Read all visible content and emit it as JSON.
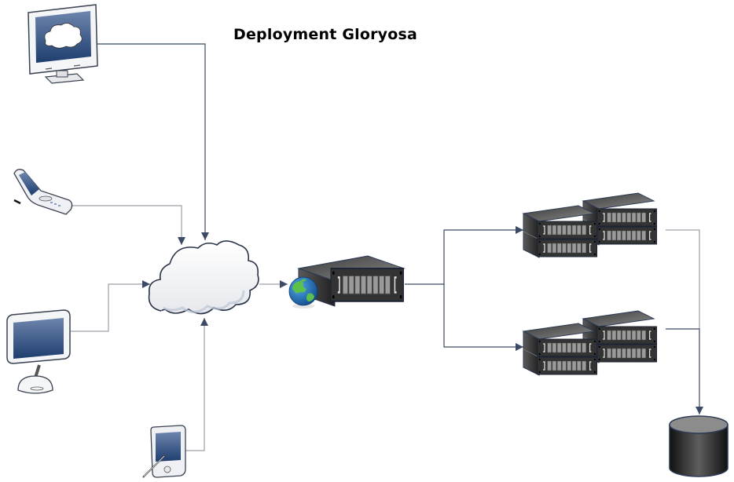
{
  "diagram": {
    "title": "Deployment Gloryosa",
    "colors": {
      "connector": "#3c4a66",
      "connector_light": "#9aa0a8",
      "screen": "#2f4f7f",
      "device_body": "#f2f3f5",
      "server_body": "#3a3a3a",
      "database": "#2a2a2a",
      "globe_ocean": "#1f6fb8",
      "globe_land": "#5cc04a"
    },
    "nodes": [
      {
        "id": "desktop-monitor",
        "kind": "client",
        "icon": "monitor-cloud-icon",
        "label": ""
      },
      {
        "id": "flip-phone",
        "kind": "client",
        "icon": "mobile-phone-icon",
        "label": ""
      },
      {
        "id": "imac",
        "kind": "client",
        "icon": "imac-computer-icon",
        "label": ""
      },
      {
        "id": "pda",
        "kind": "client",
        "icon": "pda-stylus-icon",
        "label": ""
      },
      {
        "id": "internet-cloud",
        "kind": "network",
        "icon": "cloud-icon",
        "label": ""
      },
      {
        "id": "web-server",
        "kind": "server",
        "icon": "web-server-globe-icon",
        "label": ""
      },
      {
        "id": "server-cluster-1",
        "kind": "server-cluster",
        "icon": "rack-server-cluster-icon",
        "label": ""
      },
      {
        "id": "server-cluster-2",
        "kind": "server-cluster",
        "icon": "rack-server-cluster-icon",
        "label": ""
      },
      {
        "id": "database",
        "kind": "storage",
        "icon": "database-cylinder-icon",
        "label": ""
      }
    ],
    "edges": [
      {
        "from": "desktop-monitor",
        "to": "internet-cloud"
      },
      {
        "from": "flip-phone",
        "to": "internet-cloud"
      },
      {
        "from": "imac",
        "to": "internet-cloud"
      },
      {
        "from": "pda",
        "to": "internet-cloud"
      },
      {
        "from": "internet-cloud",
        "to": "web-server"
      },
      {
        "from": "web-server",
        "to": "server-cluster-1"
      },
      {
        "from": "web-server",
        "to": "server-cluster-2"
      },
      {
        "from": "server-cluster-1",
        "to": "database"
      },
      {
        "from": "server-cluster-2",
        "to": "database"
      }
    ]
  }
}
